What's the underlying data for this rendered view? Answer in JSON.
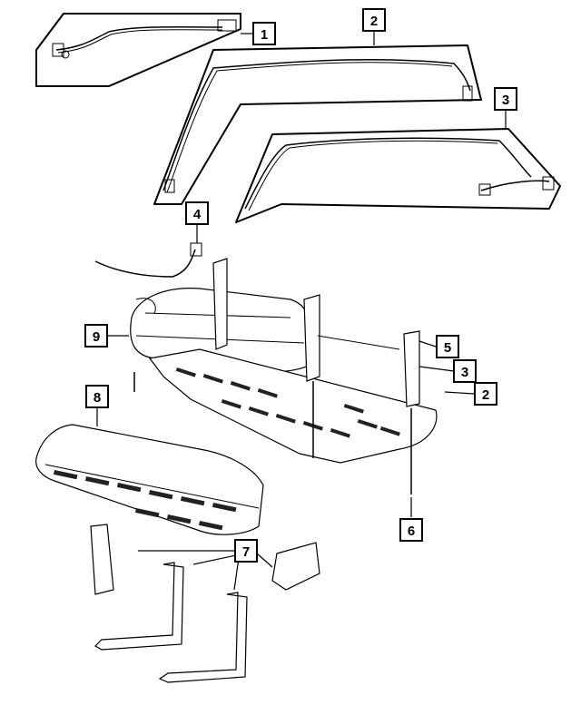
{
  "diagram": {
    "callouts": [
      {
        "id": "c1a",
        "label": "1"
      },
      {
        "id": "c2a",
        "label": "2"
      },
      {
        "id": "c3a",
        "label": "3"
      },
      {
        "id": "c4",
        "label": "4"
      },
      {
        "id": "c9",
        "label": "9"
      },
      {
        "id": "c5",
        "label": "5"
      },
      {
        "id": "c3b",
        "label": "3"
      },
      {
        "id": "c2b",
        "label": "2"
      },
      {
        "id": "c8",
        "label": "8"
      },
      {
        "id": "c6",
        "label": "6"
      },
      {
        "id": "c7",
        "label": "7"
      }
    ]
  }
}
